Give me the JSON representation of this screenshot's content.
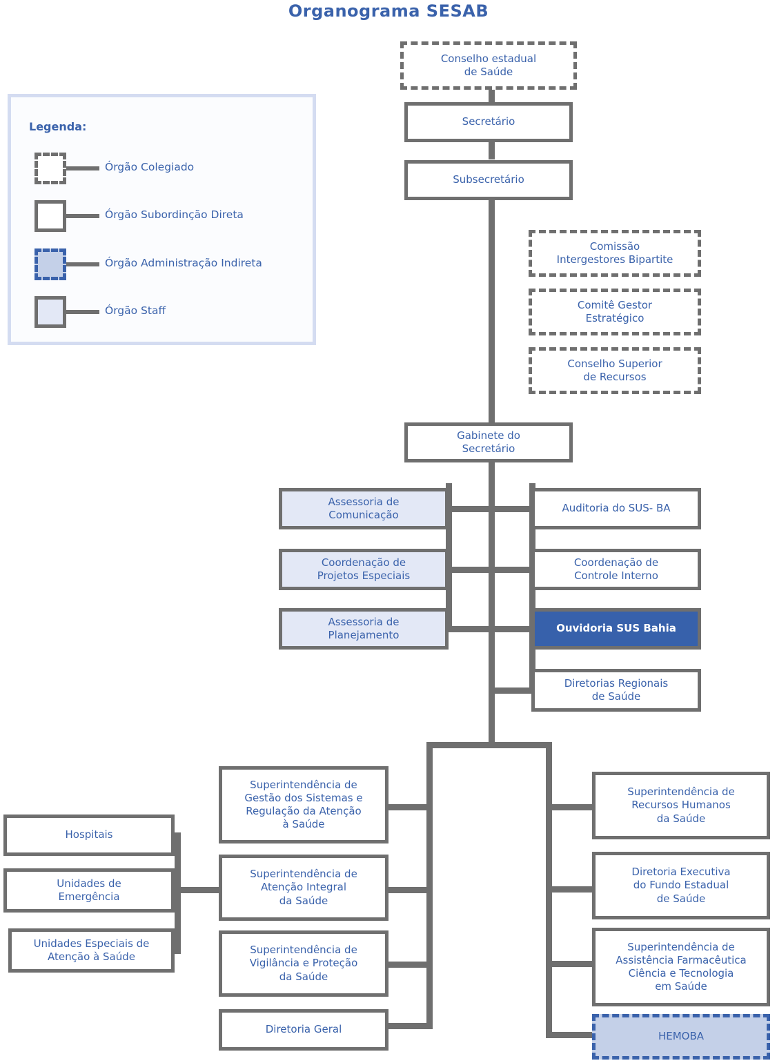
{
  "title": "Organograma SESAB",
  "colors": {
    "accent_blue": "#3a62ab",
    "highlight_blue": "#3761ab",
    "line_grey": "#6f6f6f",
    "staff_fill": "#e3e8f6",
    "indirect_fill": "#c4d0e8",
    "legend_border": "#d4dcf1",
    "legend_bg": "#fbfcfe"
  },
  "legend": {
    "heading": "Legenda:",
    "items": [
      {
        "swatch": "colegiado",
        "label": "Órgão Colegiado"
      },
      {
        "swatch": "direct",
        "label": "Órgão Subordinção Direta"
      },
      {
        "swatch": "indireta",
        "label": "Órgão Administração Indireta"
      },
      {
        "swatch": "staff",
        "label": "Órgão Staff"
      }
    ]
  },
  "nodes": {
    "conselho_estadual": {
      "label": "Conselho estadual\nde Saúde",
      "type": "colegiado"
    },
    "secretario": {
      "label": "Secretário",
      "type": "direct"
    },
    "subsecretario": {
      "label": "Subsecretário",
      "type": "direct"
    },
    "comissao_bipartite": {
      "label": "Comissão\nIntergestores Bipartite",
      "type": "colegiado"
    },
    "comite_gestor": {
      "label": "Comitê Gestor\nEstratégico",
      "type": "colegiado"
    },
    "conselho_recursos": {
      "label": "Conselho Superior\nde Recursos",
      "type": "colegiado"
    },
    "gabinete": {
      "label": "Gabinete do\nSecretário",
      "type": "direct"
    },
    "assessoria_comunicacao": {
      "label": "Assessoria de\nComunicação",
      "type": "staff"
    },
    "auditoria_sus": {
      "label": "Auditoria do SUS- BA",
      "type": "direct"
    },
    "coord_projetos": {
      "label": "Coordenação de\nProjetos Especiais",
      "type": "staff"
    },
    "coord_controle": {
      "label": "Coordenação de\nControle Interno",
      "type": "direct"
    },
    "assessoria_planejamento": {
      "label": "Assessoria de\nPlanejamento",
      "type": "staff"
    },
    "ouvidoria": {
      "label": "Ouvidoria SUS Bahia",
      "type": "highlight"
    },
    "diretorias_regionais": {
      "label": "Diretorias Regionais\nde Saúde",
      "type": "direct"
    },
    "sup_gestao_sistemas": {
      "label": "Superintendência de\nGestão dos Sistemas e\nRegulação da Atenção\nà Saúde",
      "type": "direct"
    },
    "sup_atencao_integral": {
      "label": "Superintendência de\nAtenção Integral\nda Saúde",
      "type": "direct"
    },
    "sup_vigilancia": {
      "label": "Superintendência de\nVigilância e Proteção\nda Saúde",
      "type": "direct"
    },
    "diretoria_geral": {
      "label": "Diretoria Geral",
      "type": "direct"
    },
    "hospitais": {
      "label": "Hospitais",
      "type": "direct"
    },
    "unidades_emergencia": {
      "label": "Unidades de\nEmergência",
      "type": "direct"
    },
    "unidades_especiais": {
      "label": "Unidades Especiais de\nAtenção à Saúde",
      "type": "direct"
    },
    "sup_recursos_humanos": {
      "label": "Superintendência de\nRecursos Humanos\nda Saúde",
      "type": "direct"
    },
    "diretoria_fundo": {
      "label": "Diretoria Executiva\ndo Fundo Estadual\nde Saúde",
      "type": "direct"
    },
    "sup_assistencia_farm": {
      "label": "Superintendência de\nAssistência Farmacêutica\nCiência e Tecnologia\nem Saúde",
      "type": "direct"
    },
    "hemoba": {
      "label": "HEMOBA",
      "type": "indireta"
    }
  }
}
